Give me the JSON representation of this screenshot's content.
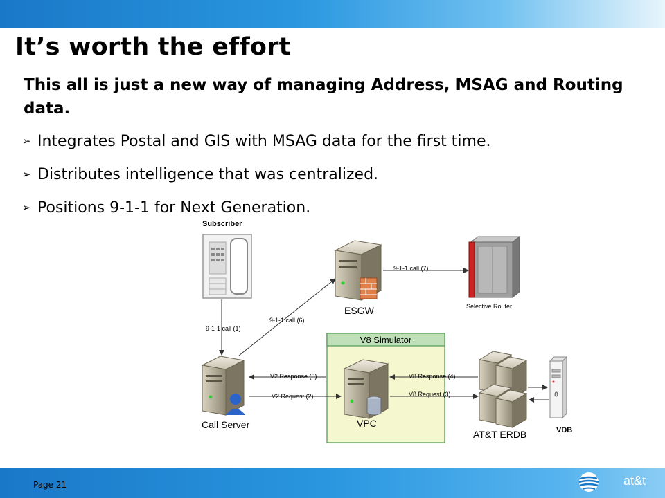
{
  "slide": {
    "title": "It’s worth the effort",
    "intro": "This all is just a new way of managing Address, MSAG and Routing data.",
    "bullets": [
      "Integrates Postal and GIS with MSAG data for the first time.",
      "Distributes intelligence that was centralized.",
      "Positions 9-1-1 for Next Generation."
    ],
    "page_label": "Page 21",
    "logo_text": "at&t"
  },
  "diagram": {
    "subscriber": "Subscriber",
    "esgw": "ESGW",
    "selective_router": "Selective Router",
    "call_server": "Call Server",
    "simulator_title": "V8 Simulator",
    "vpc": "VPC",
    "erdb": "AT&T ERDB",
    "vdb": "VDB",
    "msg_call1": "9-1-1 call (1)",
    "msg_call6": "9-1-1 call (6)",
    "msg_call7": "9-1-1 call (7)",
    "msg_v2resp": "V2 Response (5)",
    "msg_v2req": "V2 Request (2)",
    "msg_v8resp": "V8 Response (4)",
    "msg_v8req": "V8 Request (3)"
  },
  "colors": {
    "brand_blue": "#1a78c8",
    "simulator_fill": "#f5f7cf",
    "simulator_header": "#bfe0b8",
    "router_red": "#cc2222"
  }
}
